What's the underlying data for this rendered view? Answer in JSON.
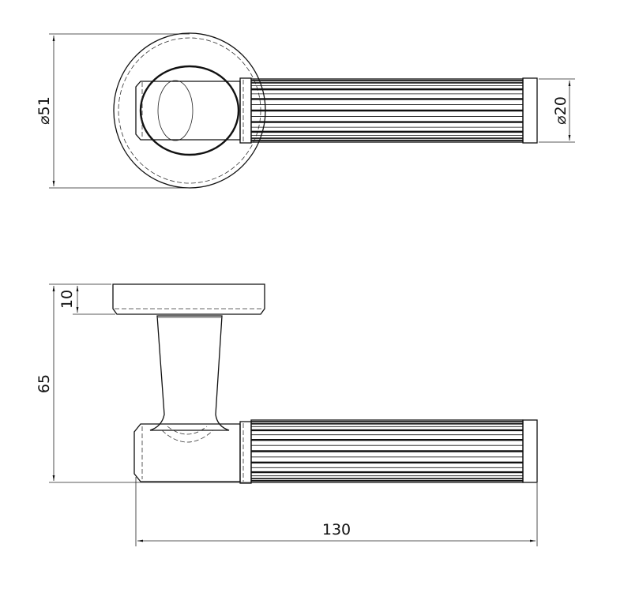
{
  "drawing": {
    "top_view": {
      "rose_diameter_label": "⌀51",
      "grip_diameter_label": "⌀20"
    },
    "side_view": {
      "rose_thickness_label": "10",
      "projection_label": "65",
      "length_label": "130"
    },
    "line_color": "#111111",
    "background": "#ffffff"
  }
}
